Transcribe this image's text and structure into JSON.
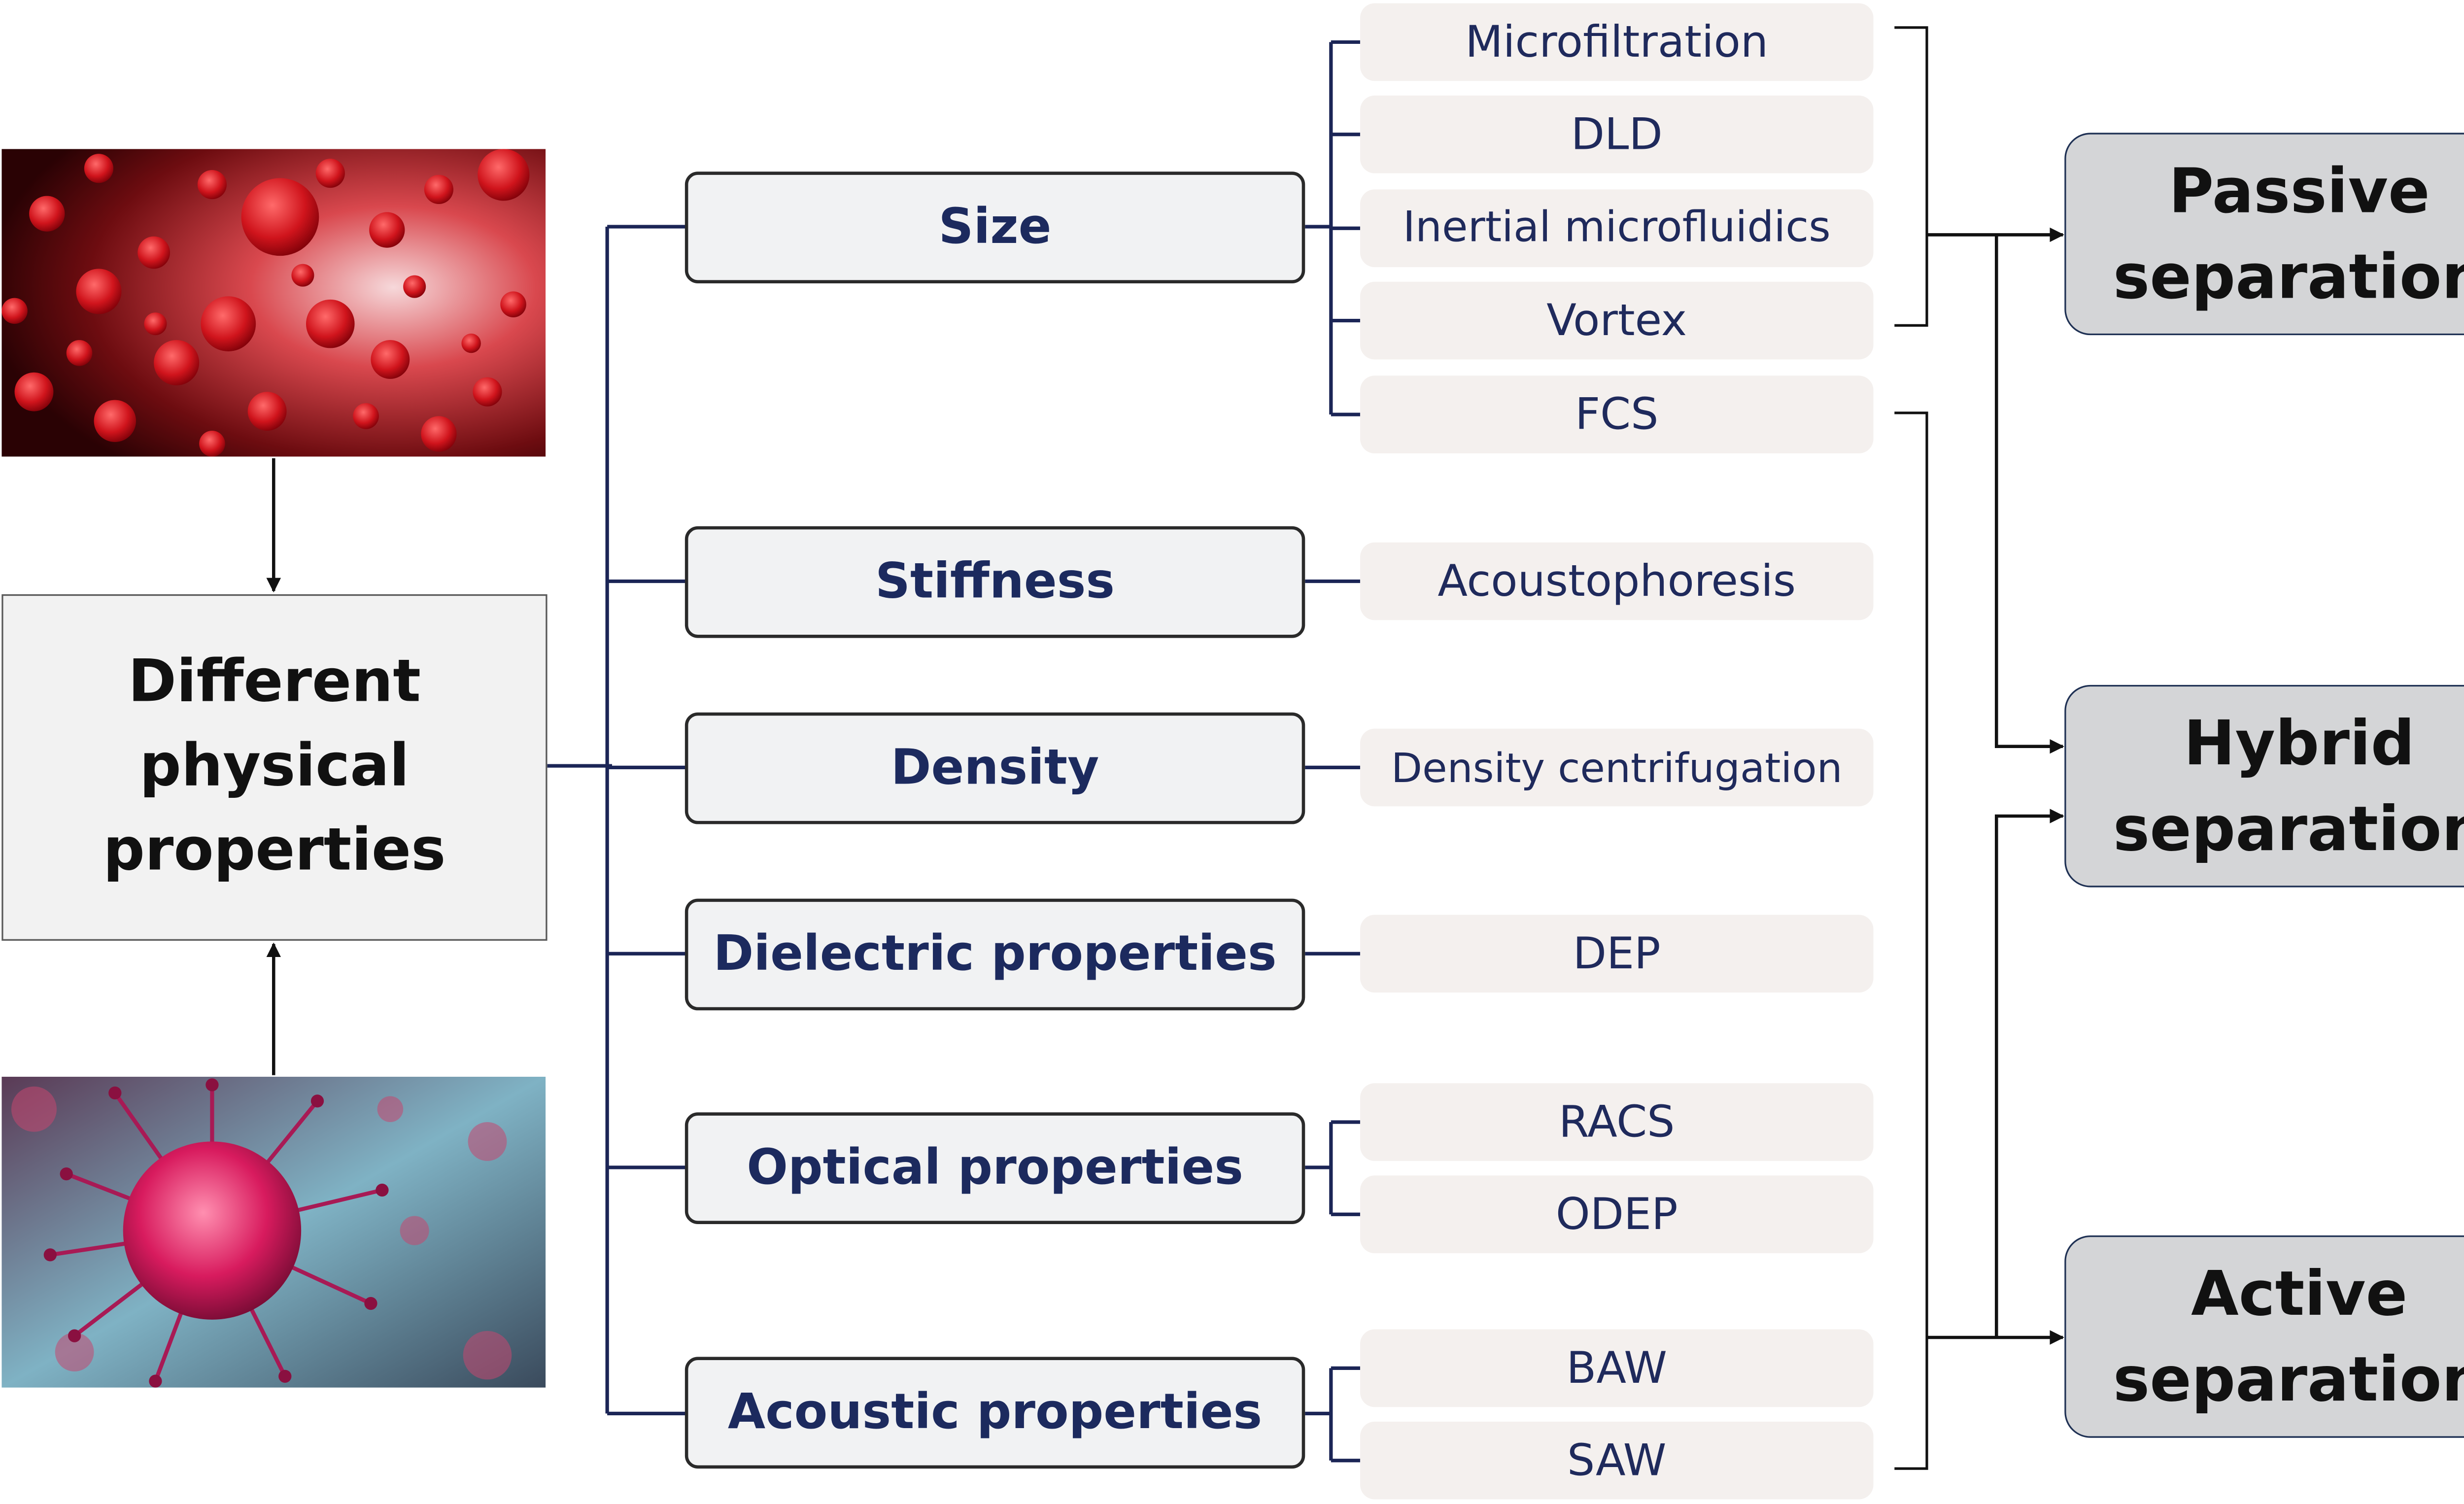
{
  "central": {
    "line1": "Different",
    "line2": "physical",
    "line3": "properties"
  },
  "images": {
    "top": {
      "icon": "blood-cells-image"
    },
    "bottom": {
      "icon": "virus-cell-image"
    }
  },
  "properties": [
    {
      "id": "size",
      "label": "Size"
    },
    {
      "id": "stiffness",
      "label": "Stiffness"
    },
    {
      "id": "density",
      "label": "Density"
    },
    {
      "id": "dielectric",
      "label": "Dielectric properties"
    },
    {
      "id": "optical",
      "label": "Optical properties"
    },
    {
      "id": "acoustic",
      "label": "Acoustic properties"
    }
  ],
  "methods": [
    {
      "id": "microfiltration",
      "label": "Microfiltration"
    },
    {
      "id": "dld",
      "label": "DLD"
    },
    {
      "id": "inertial",
      "label": "Inertial microfluidics"
    },
    {
      "id": "vortex",
      "label": "Vortex"
    },
    {
      "id": "fcs",
      "label": "FCS"
    },
    {
      "id": "acoustophoresis",
      "label": "Acoustophoresis"
    },
    {
      "id": "density-centrifugation",
      "label": "Density centrifugation"
    },
    {
      "id": "dep",
      "label": "DEP"
    },
    {
      "id": "racs",
      "label": "RACS"
    },
    {
      "id": "odep",
      "label": "ODEP"
    },
    {
      "id": "baw",
      "label": "BAW"
    },
    {
      "id": "saw",
      "label": "SAW"
    }
  ],
  "results": [
    {
      "id": "passive",
      "line1": "Passive",
      "line2": "separation"
    },
    {
      "id": "hybrid",
      "line1": "Hybrid",
      "line2": "separation"
    },
    {
      "id": "active",
      "line1": "Active",
      "line2": "separation"
    }
  ],
  "colors": {
    "connector": "#1b2556",
    "arrow": "#111111",
    "method_bg": "#f4f0ee",
    "result_bg": "#d4d5d7"
  }
}
